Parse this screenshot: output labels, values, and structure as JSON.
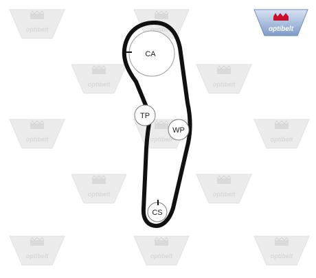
{
  "brand": {
    "logo_text": "optibelt",
    "watermark_text": "optibelt",
    "logo_colors": {
      "top": "#c9d7ec",
      "bottom": "#7f9cc8",
      "emblem": "#c8102e",
      "text": "#ffffff"
    }
  },
  "diagram": {
    "belt_color": "#111111",
    "pulleys": [
      {
        "id": "ca",
        "label": "CA"
      },
      {
        "id": "tp",
        "label": "TP"
      },
      {
        "id": "wp",
        "label": "WP"
      },
      {
        "id": "cs",
        "label": "CS"
      }
    ]
  }
}
